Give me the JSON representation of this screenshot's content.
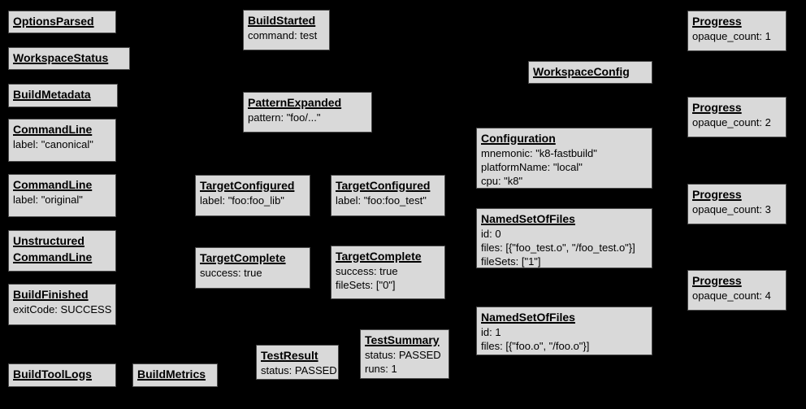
{
  "diagram": {
    "background_color": "#000000",
    "node_fill_color": "#d9d9d9",
    "node_border_color": "#4a4a4a",
    "node_text_color": "#000000"
  },
  "nodes": [
    {
      "title": "OptionsParsed",
      "lines": []
    },
    {
      "title": "WorkspaceStatus",
      "lines": []
    },
    {
      "title": "BuildMetadata",
      "lines": []
    },
    {
      "title": "CommandLine",
      "lines": [
        "label: \"canonical\""
      ]
    },
    {
      "title": "CommandLine",
      "lines": [
        "label: \"original\""
      ]
    },
    {
      "title": "Unstructured",
      "title2": "CommandLine",
      "lines": []
    },
    {
      "title": "BuildFinished",
      "lines": [
        "exitCode: SUCCESS"
      ]
    },
    {
      "title": "BuildToolLogs",
      "lines": []
    },
    {
      "title": "BuildMetrics",
      "lines": []
    },
    {
      "title": "BuildStarted",
      "lines": [
        "command: test"
      ]
    },
    {
      "title": "PatternExpanded",
      "lines": [
        "pattern: \"foo/...\""
      ]
    },
    {
      "title": "TargetConfigured",
      "lines": [
        "label: \"foo:foo_lib\""
      ]
    },
    {
      "title": "TargetConfigured",
      "lines": [
        "label: \"foo:foo_test\""
      ]
    },
    {
      "title": "TargetComplete",
      "lines": [
        "success: true"
      ]
    },
    {
      "title": "TargetComplete",
      "lines": [
        "success: true",
        "fileSets: [\"0\"]"
      ]
    },
    {
      "title": "TestResult",
      "lines": [
        "status: PASSED"
      ]
    },
    {
      "title": "TestSummary",
      "lines": [
        "status: PASSED",
        "runs: 1"
      ]
    },
    {
      "title": "WorkspaceConfig",
      "lines": []
    },
    {
      "title": "Configuration",
      "lines": [
        "mnemonic: \"k8-fastbuild\"",
        "platformName: \"local\"",
        "cpu: \"k8\""
      ]
    },
    {
      "title": "NamedSetOfFiles",
      "lines": [
        "id: 0",
        "files: [{\"foo_test.o\", \"/foo_test.o\"}]",
        "fileSets: [\"1\"]"
      ]
    },
    {
      "title": "NamedSetOfFiles",
      "lines": [
        "id: 1",
        "files: [{\"foo.o\", \"/foo.o\"}]"
      ]
    },
    {
      "title": "Progress",
      "lines": [
        "opaque_count: 1"
      ]
    },
    {
      "title": "Progress",
      "lines": [
        "opaque_count: 2"
      ]
    },
    {
      "title": "Progress",
      "lines": [
        "opaque_count: 3"
      ]
    },
    {
      "title": "Progress",
      "lines": [
        "opaque_count: 4"
      ]
    }
  ]
}
